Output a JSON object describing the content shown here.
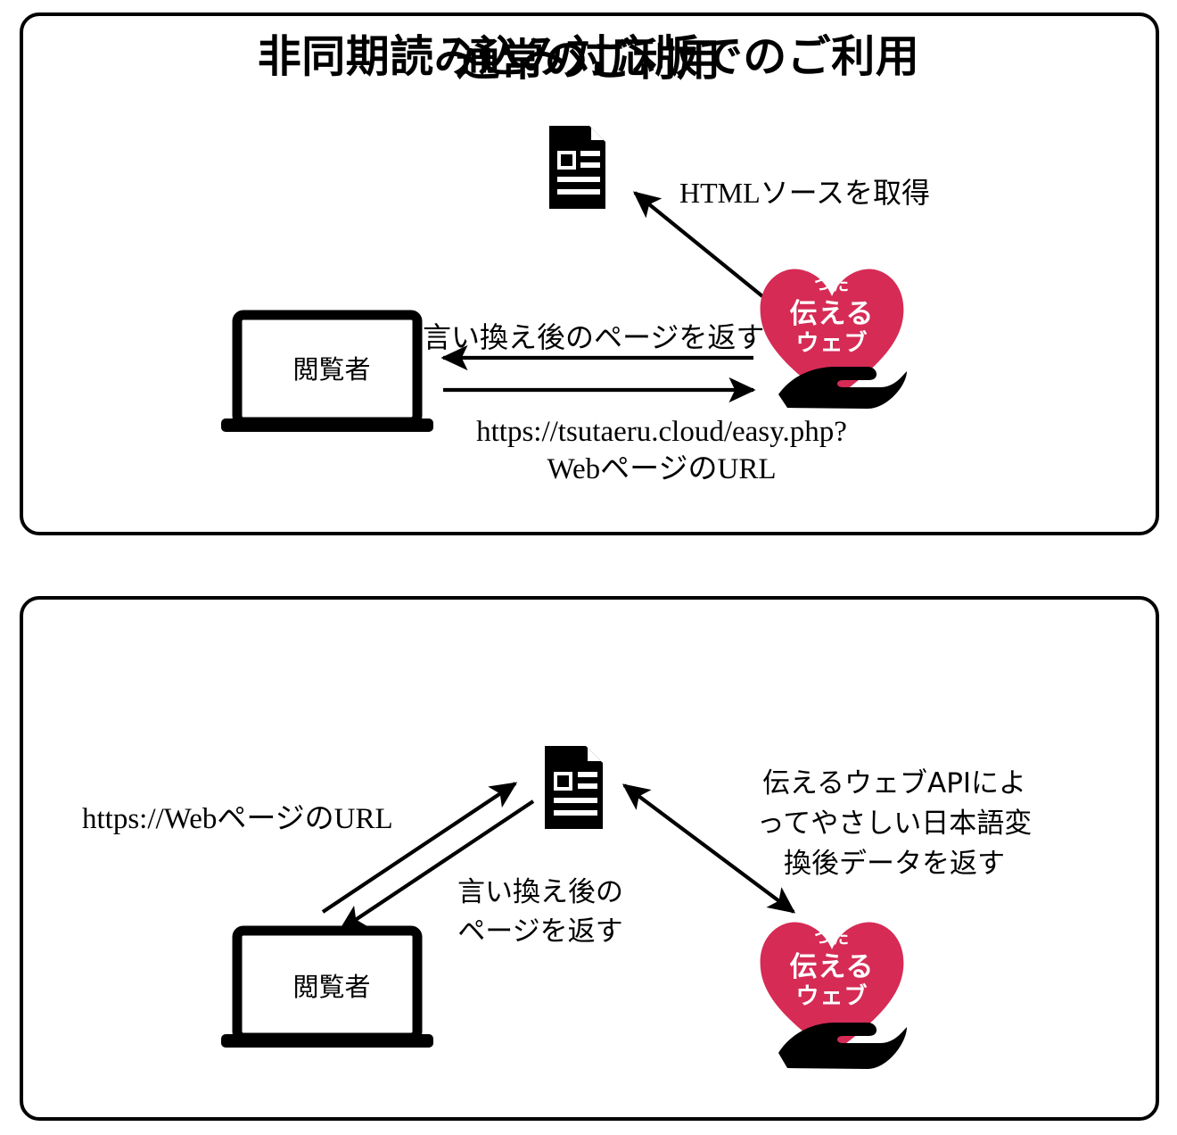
{
  "panels": [
    {
      "id": "normal",
      "title": "通常のご利用",
      "labels": {
        "html_source": "HTMLソースを取得",
        "return_page": "言い換え後のページを返す",
        "request_url": "https://tsutaeru.cloud/easy.php?\nWebページのURL",
        "viewer": "閲覧者"
      }
    },
    {
      "id": "async",
      "title": "非同期読み込み対応版でのご利用",
      "labels": {
        "web_url": "https://WebページのURL",
        "api_return": "伝えるウェブAPIによ\nってやさしい日本語変\n換後データを返す",
        "return_page": "言い換え後の\nページを返す",
        "viewer": "閲覧者"
      }
    }
  ],
  "logo": {
    "name": "伝えるウェブ",
    "line_top": "つた",
    "line_main": "伝える",
    "line_bottom": "ウェブ",
    "heart_color": "#D62B55",
    "hand_color": "#000000",
    "text_color": "#FFFFFF"
  },
  "icons": {
    "document": "document-icon",
    "laptop": "laptop-icon",
    "arrow": "arrow-icon"
  },
  "colors": {
    "border": "#000000",
    "background": "#FFFFFF",
    "accent": "#D62B55"
  }
}
